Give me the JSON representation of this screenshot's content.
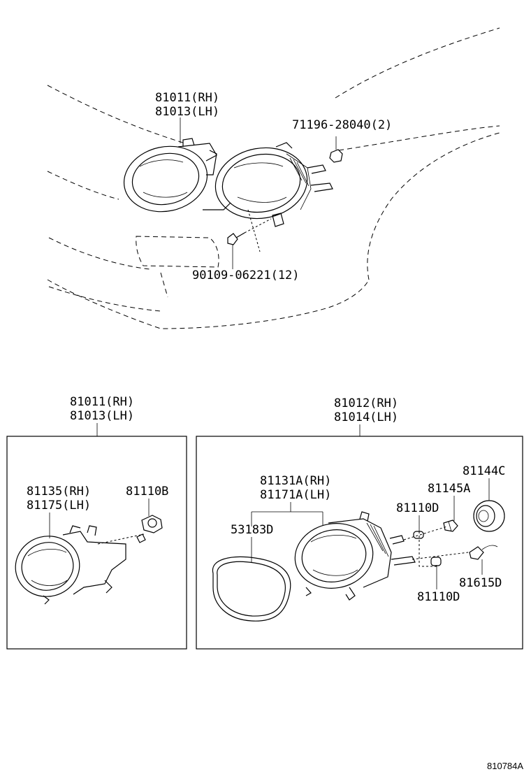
{
  "top_section": {
    "headlamp_rh": "81011(RH)",
    "headlamp_lh": "81013(LH)",
    "nut_part": "71196-28040(2)",
    "screw_part": "90109-06221(12)"
  },
  "left_box": {
    "title_rh": "81011(RH)",
    "title_lh": "81013(LH)",
    "lens_rh": "81135(RH)",
    "lens_lh": "81175(LH)",
    "bulb": "81110B"
  },
  "right_box": {
    "title_rh": "81012(RH)",
    "title_lh": "81014(LH)",
    "lens_rh": "81131A(RH)",
    "lens_lh": "81171A(LH)",
    "gasket": "53183D",
    "cap": "81144C",
    "socket": "81145A",
    "bulb_upper": "81110D",
    "bulb_lower": "81110D",
    "socket_lower": "81615D"
  },
  "figure_code": "810784A"
}
